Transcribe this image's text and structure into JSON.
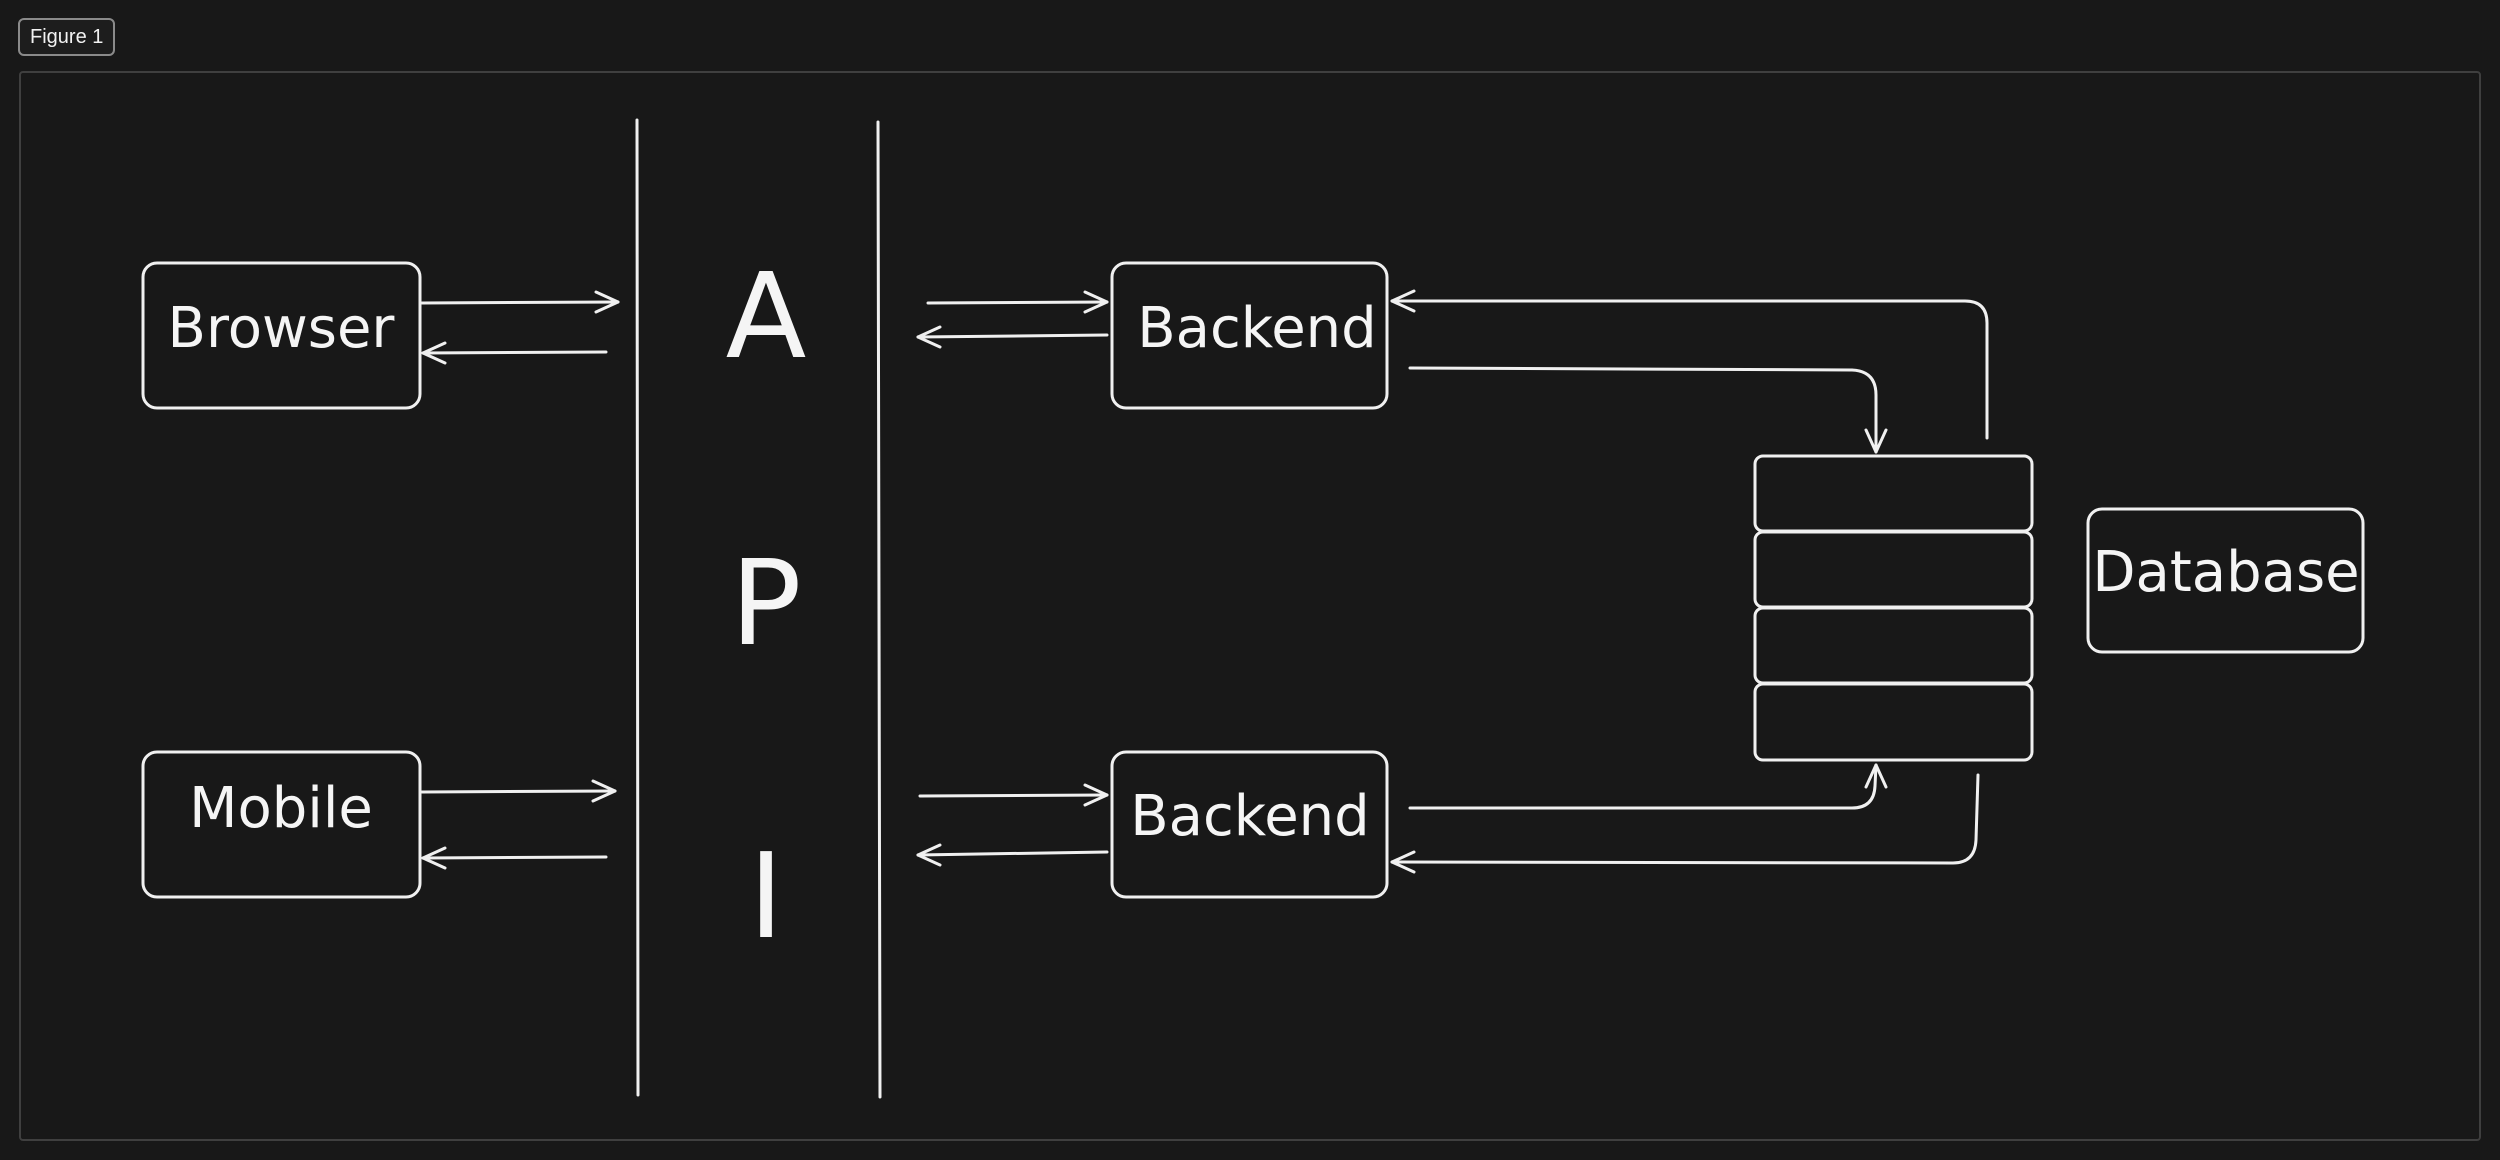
{
  "figure": {
    "label": "Figure 1"
  },
  "nodes": {
    "browser": "Browser",
    "mobile": "Mobile",
    "backend_top": "Backend",
    "backend_bottom": "Backend",
    "database": "Database"
  },
  "api": {
    "letters": [
      "A",
      "P",
      "I"
    ]
  }
}
